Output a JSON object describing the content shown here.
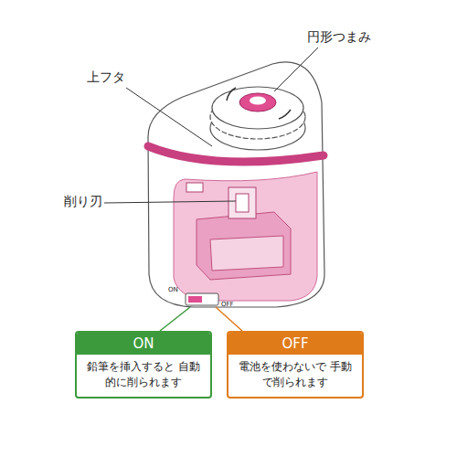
{
  "diagram": {
    "nodes": [
      {
        "text": [
          "ON",
          "鉛筆を挿入すると 自動的に削られます"
        ]
      },
      {
        "text": [
          "OFF",
          "電池を使わないで 手動で削られます"
        ]
      }
    ],
    "labels": [
      "上フタ",
      "円形つまみ",
      "削り刃",
      "ON",
      "OFF"
    ]
  }
}
